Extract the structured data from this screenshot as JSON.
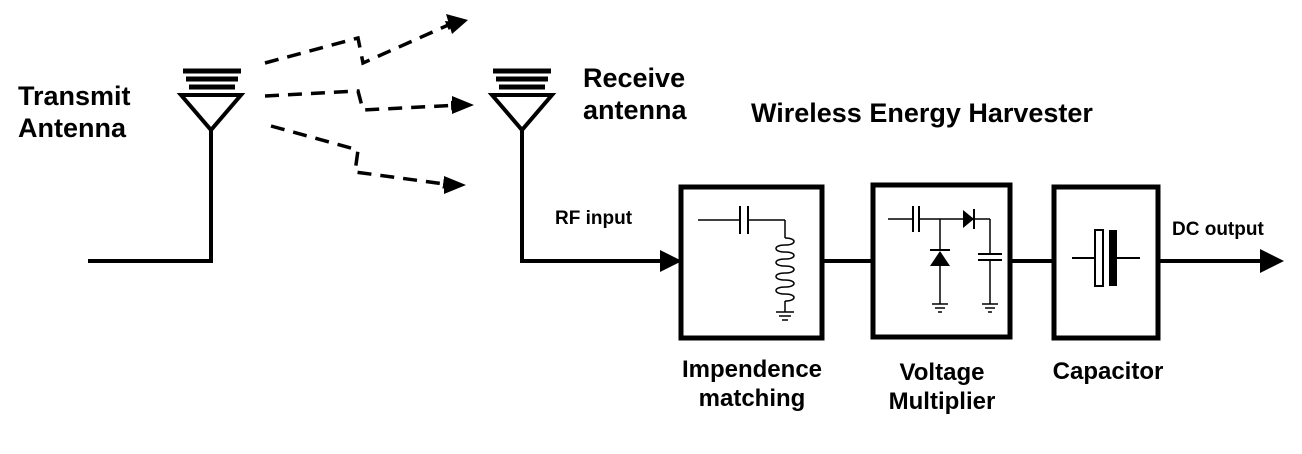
{
  "diagram": {
    "title": "Wireless Energy Harvester",
    "transmit_antenna": {
      "line1": "Transmit",
      "line2": "Antenna"
    },
    "receive_antenna": {
      "line1": "Receive",
      "line2": "antenna"
    },
    "signals": {
      "input_label": "RF input",
      "output_label": "DC output"
    },
    "blocks": [
      {
        "id": "impedance",
        "line1": "Impendence",
        "line2": "matching"
      },
      {
        "id": "multiplier",
        "line1": "Voltage",
        "line2": "Multiplier"
      },
      {
        "id": "capacitor",
        "line1": "Capacitor",
        "line2": ""
      }
    ]
  }
}
